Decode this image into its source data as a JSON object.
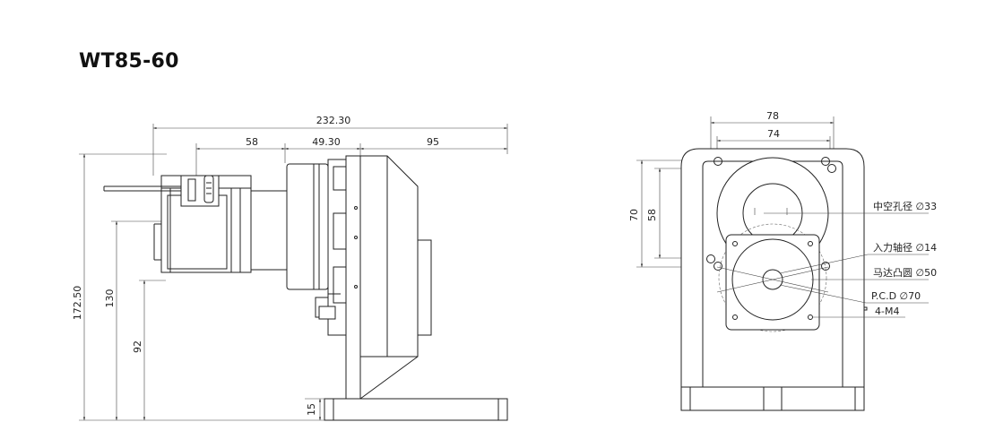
{
  "title": "WT85-60",
  "side_view": {
    "dims": {
      "overall_length": "232.30",
      "seg_a": "58",
      "seg_b": "49.30",
      "seg_c": "95",
      "overall_height": "172.50",
      "height_130": "130",
      "height_92": "92",
      "base_15": "15"
    }
  },
  "front_view": {
    "dims": {
      "width_78": "78",
      "width_74": "74",
      "height_70": "70",
      "height_58": "58"
    },
    "notes": {
      "hollow_bore": "中空孔径 ∅33",
      "input_shaft": "入力轴径 ∅14",
      "motor_boss": "马达凸圆 ∅50",
      "pcd": "P.C.D ∅70",
      "screws": "4-M4"
    }
  }
}
